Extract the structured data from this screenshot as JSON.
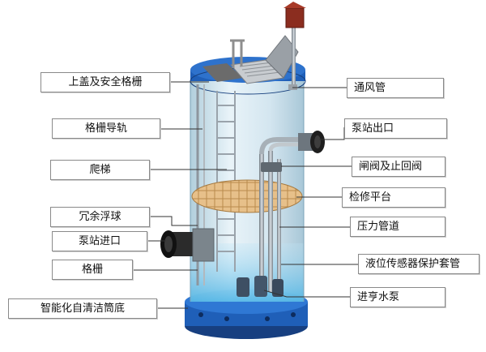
{
  "labels_left": [
    {
      "id": "top-cover",
      "text": "上盖及安全格栅"
    },
    {
      "id": "grille-rail",
      "text": "格栅导轨"
    },
    {
      "id": "ladder",
      "text": "爬梯"
    },
    {
      "id": "redundant-float",
      "text": "冗余浮球"
    },
    {
      "id": "station-inlet",
      "text": "泵站进口"
    },
    {
      "id": "grille",
      "text": "格栅"
    },
    {
      "id": "self-cleaning-bottom",
      "text": "智能化自清洁筒底"
    }
  ],
  "labels_right": [
    {
      "id": "vent-pipe",
      "text": "通风管"
    },
    {
      "id": "station-outlet",
      "text": "泵站出口"
    },
    {
      "id": "gate-check-valve",
      "text": "闸阀及止回阀"
    },
    {
      "id": "maintenance-platform",
      "text": "检修平台"
    },
    {
      "id": "pressure-pipe",
      "text": "压力管道"
    },
    {
      "id": "level-sensor-sleeve",
      "text": "液位传感器保护套管"
    },
    {
      "id": "submersible-pump",
      "text": "进亨水泵"
    }
  ],
  "colors": {
    "tank_glass": "#cfe3ee",
    "tank_base": "#1f5fb8",
    "platform": "#e7c08a",
    "pipe": "#8a949e",
    "leader_line": "#333333"
  }
}
